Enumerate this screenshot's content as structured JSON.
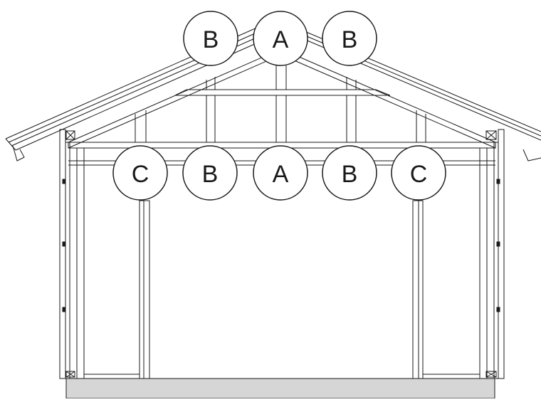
{
  "diagram": {
    "callouts_top": [
      {
        "id": "top-left",
        "letter": "B"
      },
      {
        "id": "top-center",
        "letter": "A"
      },
      {
        "id": "top-right",
        "letter": "B"
      }
    ],
    "callouts_row": [
      {
        "id": "row-1",
        "letter": "C"
      },
      {
        "id": "row-2",
        "letter": "B"
      },
      {
        "id": "row-3",
        "letter": "A"
      },
      {
        "id": "row-4",
        "letter": "B"
      },
      {
        "id": "row-5",
        "letter": "C"
      }
    ],
    "colors": {
      "line": "#1a1a1a",
      "floor": "#d6d6d6",
      "callout_fill": "#ffffff"
    }
  }
}
